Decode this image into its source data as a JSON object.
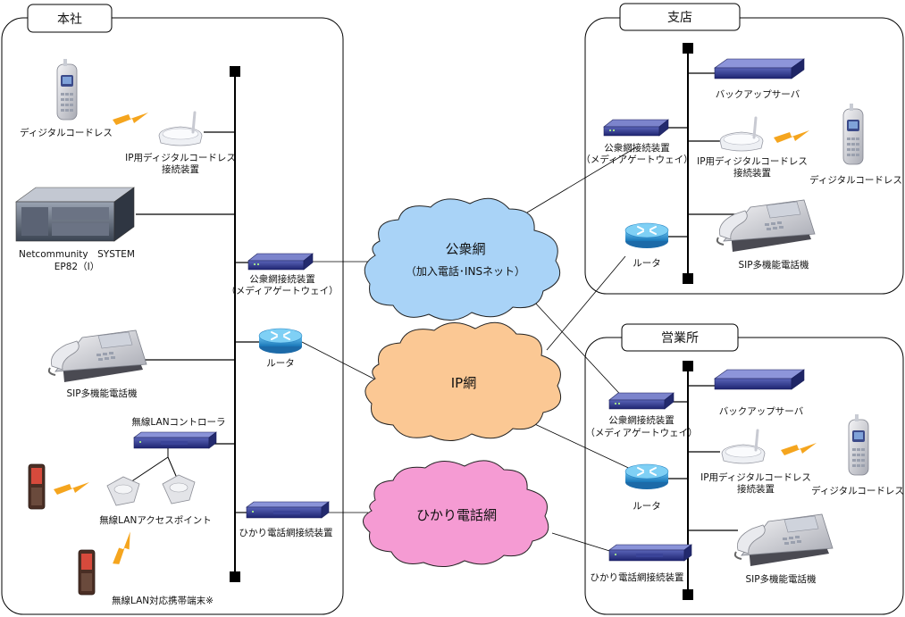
{
  "sites": {
    "honsha": "本社",
    "shiten": "支店",
    "eigyosho": "営業所"
  },
  "clouds": {
    "public": {
      "title": "公衆網",
      "sub": "（加入電話･INSネット）",
      "color": "#a9d3f7"
    },
    "ip": {
      "title": "IP網",
      "color": "#fbc894"
    },
    "hikari": {
      "title": "ひかり電話網",
      "color": "#f59bd3"
    }
  },
  "honsha": {
    "cordless_phone": "ディジタルコードレス",
    "ip_cordless_l1": "IP用ディジタルコードレス",
    "ip_cordless_l2": "接続装置",
    "pbx_l1": "Netcommunity　SYSTEM",
    "pbx_l2": "EP82（Ⅰ）",
    "gateway_l1": "公衆網接続装置",
    "gateway_l2": "（メディアゲートウェイ）",
    "router": "ルータ",
    "sip_phone": "SIP多機能電話機",
    "wlan_controller": "無線LANコントローラ",
    "wlan_ap": "無線LANアクセスポイント",
    "hikari_gw": "ひかり電話網接続装置",
    "mobile": "無線LAN対応携帯端末※"
  },
  "shiten": {
    "backup_server": "バックアップサーバ",
    "gateway_l1": "公衆網接続装置",
    "gateway_l2": "（メディアゲートウェイ）",
    "ip_cordless_l1": "IP用ディジタルコードレス",
    "ip_cordless_l2": "接続装置",
    "cordless_phone": "ディジタルコードレス",
    "router": "ルータ",
    "sip_phone": "SIP多機能電話機"
  },
  "eigyosho": {
    "backup_server": "バックアップサーバ",
    "gateway_l1": "公衆網接続装置",
    "gateway_l2": "（メディアゲートウェイ）",
    "ip_cordless_l1": "IP用ディジタルコードレス",
    "ip_cordless_l2": "接続装置",
    "cordless_phone": "ディジタルコードレス",
    "router": "ルータ",
    "hikari_gw": "ひかり電話網接続装置",
    "sip_phone": "SIP多機能電話機"
  }
}
